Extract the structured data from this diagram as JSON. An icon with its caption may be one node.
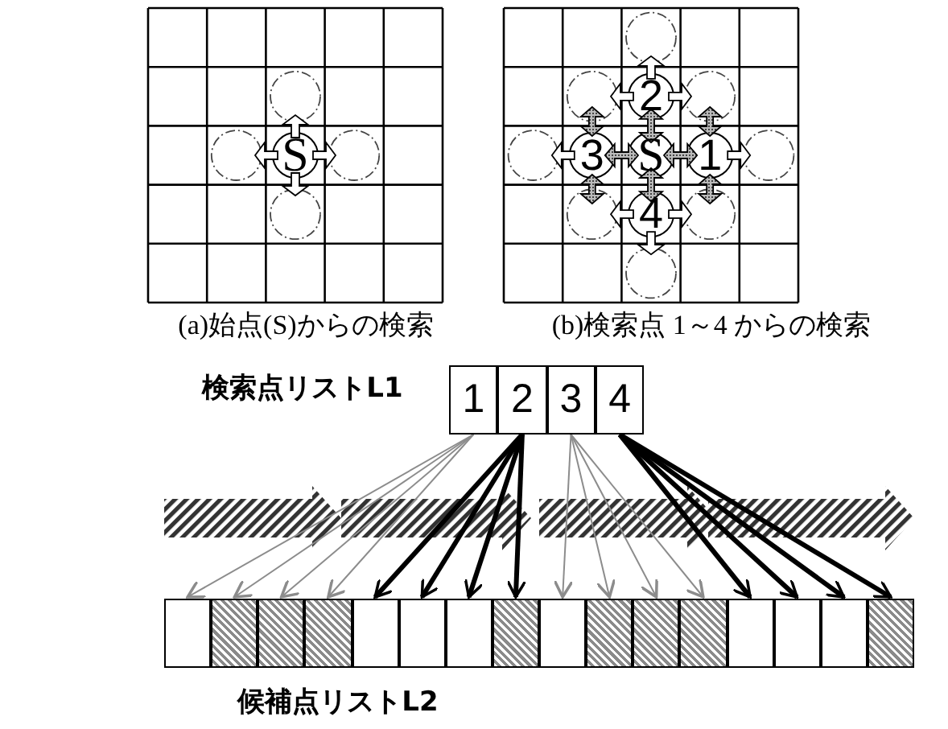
{
  "diagram": {
    "nodes": [
      {
        "text": [
          "1"
        ]
      },
      {
        "text": [
          "2"
        ]
      },
      {
        "text": [
          "3"
        ]
      },
      {
        "text": [
          "4"
        ]
      },
      {
        "text": [],
        "shape": "box"
      },
      {
        "text": [],
        "shape": "box"
      },
      {
        "text": [],
        "shape": "box"
      },
      {
        "text": [],
        "shape": "box"
      },
      {
        "text": [],
        "shape": "box"
      },
      {
        "text": [],
        "shape": "box"
      },
      {
        "text": [],
        "shape": "box"
      },
      {
        "text": [],
        "shape": "box"
      },
      {
        "text": [],
        "shape": "box"
      },
      {
        "text": [],
        "shape": "box"
      },
      {
        "text": [],
        "shape": "box"
      },
      {
        "text": [],
        "shape": "box"
      },
      {
        "text": [],
        "shape": "box"
      },
      {
        "text": [],
        "shape": "box"
      },
      {
        "text": [],
        "shape": "box"
      },
      {
        "text": [],
        "shape": "box"
      }
    ],
    "edges": [
      {
        "from": 0,
        "to": 4,
        "arrow": "to"
      },
      {
        "from": 0,
        "to": 5,
        "arrow": "to"
      },
      {
        "from": 0,
        "to": 6,
        "arrow": "to"
      },
      {
        "from": 0,
        "to": 7,
        "arrow": "to"
      },
      {
        "from": 1,
        "to": 8,
        "arrow": "to",
        "style": "thick",
        "color": "#000000"
      },
      {
        "from": 1,
        "to": 9,
        "arrow": "to",
        "style": "thick",
        "color": "#000000"
      },
      {
        "from": 1,
        "to": 10,
        "arrow": "to",
        "style": "thick",
        "color": "#000000"
      },
      {
        "from": 1,
        "to": 11,
        "arrow": "to",
        "style": "thick",
        "color": "#000000"
      },
      {
        "from": 2,
        "to": 12,
        "arrow": "to"
      },
      {
        "from": 2,
        "to": 13,
        "arrow": "to"
      },
      {
        "from": 2,
        "to": 14,
        "arrow": "to"
      },
      {
        "from": 2,
        "to": 15,
        "arrow": "to"
      },
      {
        "from": 3,
        "to": 16,
        "arrow": "to",
        "style": "thick",
        "color": "#000000"
      },
      {
        "from": 3,
        "to": 17,
        "arrow": "to",
        "style": "thick",
        "color": "#000000"
      },
      {
        "from": 3,
        "to": 18,
        "arrow": "to",
        "style": "thick",
        "color": "#000000"
      },
      {
        "from": 3,
        "to": 19,
        "arrow": "to",
        "style": "thick",
        "color": "#000000"
      }
    ],
    "labels": [
      "S",
      "2",
      "3",
      "S",
      "1",
      "4",
      "(a)始点(S)からの検索",
      "(b)検索点 1～4 からの検索",
      "検索点リストL1",
      "候補点リストL2"
    ]
  }
}
